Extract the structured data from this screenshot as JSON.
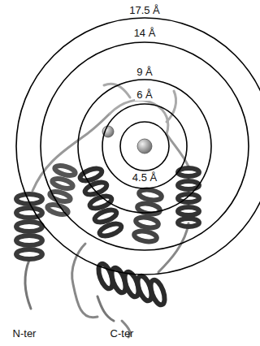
{
  "diagram": {
    "labels": [
      "17.5 Å",
      "14 Å",
      "9 Å",
      "6 Å",
      "4.5 Å",
      "N-ter",
      "C-ter"
    ]
  }
}
